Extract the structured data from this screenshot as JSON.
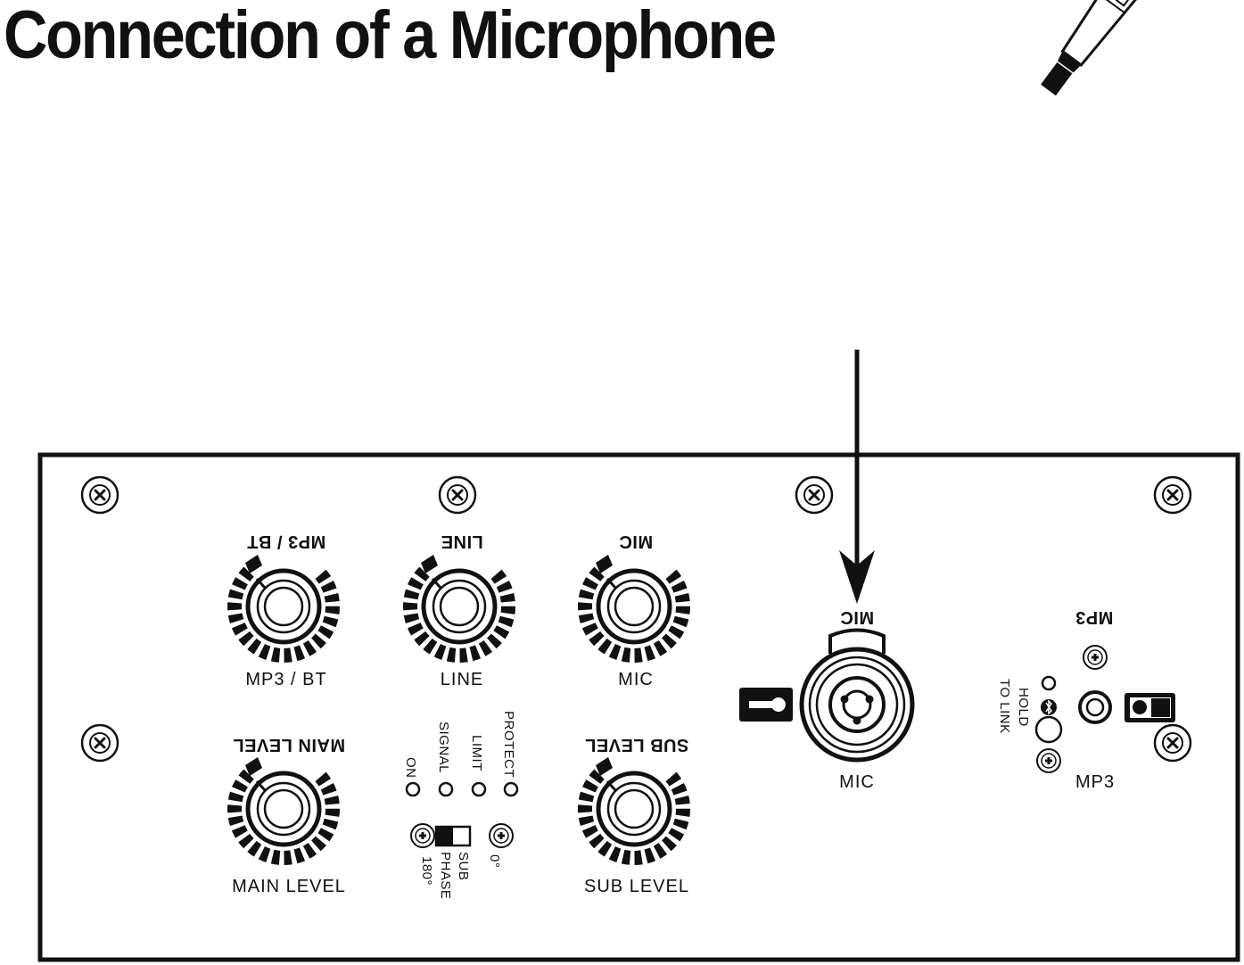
{
  "title": "Connection of a Microphone",
  "channels": {
    "mp3_bt": "MP3 / BT",
    "line": "LINE",
    "mic": "MIC",
    "main_level": "MAIN LEVEL",
    "sub_level": "SUB LEVEL"
  },
  "indicators": {
    "on": "ON",
    "signal": "SIGNAL",
    "limit": "LIMIT",
    "protect": "PROTECT"
  },
  "phase": {
    "zero": "0°",
    "sub": "SUB",
    "phase": "PHASE",
    "one_eighty": "180°"
  },
  "mic_input": "MIC",
  "mp3_input": "MP3",
  "bluetooth": {
    "hold": "HOLD",
    "to_link": "TO LINK"
  }
}
